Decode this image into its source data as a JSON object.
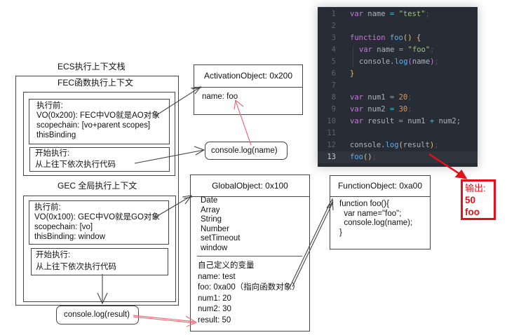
{
  "ecs": {
    "title": "ECS执行上下文栈",
    "fec": {
      "title": "FEC函数执行上下文",
      "before": {
        "heading": "执行前:",
        "lines": [
          "VO(0x200): FEC中VO就是AO对象",
          "scopechain: [vo+parent scopes]",
          "thisBinding"
        ]
      },
      "exec": {
        "heading": "开始执行:",
        "line": "从上往下依次执行代码"
      }
    },
    "gec": {
      "title": "GEC 全局执行上下文",
      "before": {
        "heading": "执行前:",
        "lines": [
          "VO(0x100): GEC中VO就是GO对象",
          "scopechain: [vo]",
          "thisBinding: window"
        ]
      },
      "exec": {
        "heading": "开始执行:",
        "line": "从上往下依次执行代码"
      }
    }
  },
  "activation_object": {
    "title": "ActivationObject: 0x200",
    "props": [
      "name: foo"
    ]
  },
  "console_name": "console.log(name)",
  "console_result": "console.log(result)",
  "global_object": {
    "title": "GlobalObject: 0x100",
    "builtins": [
      "Date",
      "Array",
      "String",
      "Number",
      "setTimeout",
      "window"
    ],
    "custom_heading": "自己定义的变量",
    "custom": [
      "name: test",
      "foo: 0xa00（指向函数对象）",
      "num1: 20",
      "num2: 30",
      "result: 50"
    ]
  },
  "function_object": {
    "title": "FunctionObject: 0xa00",
    "body": [
      "function foo(){",
      "  var name=\"foo\";",
      "  console.log(name);",
      "}"
    ]
  },
  "code_editor": {
    "active_line": 13,
    "lines": [
      {
        "n": "1"
      },
      {
        "n": "2"
      },
      {
        "n": "3"
      },
      {
        "n": "4"
      },
      {
        "n": "5"
      },
      {
        "n": "6"
      },
      {
        "n": "7"
      },
      {
        "n": "8"
      },
      {
        "n": "9"
      },
      {
        "n": "10"
      },
      {
        "n": "11"
      },
      {
        "n": "12"
      },
      {
        "n": "13"
      }
    ],
    "tokens": {
      "l1": [
        "var",
        " name ",
        "=",
        " ",
        "\"test\"",
        ";"
      ],
      "l3": [
        "function",
        " ",
        "foo",
        "()",
        " ",
        "{"
      ],
      "l4": [
        "var",
        " name ",
        "=",
        " ",
        "\"foo\"",
        ";"
      ],
      "l5": [
        "console.",
        "log",
        "(",
        "name",
        ")",
        ";"
      ],
      "l6": [
        "}"
      ],
      "l8": [
        "var",
        " num1 ",
        "=",
        " ",
        "20",
        ";"
      ],
      "l9": [
        "var",
        " num2 ",
        "=",
        " ",
        "30",
        ";"
      ],
      "l10": [
        "var",
        " result ",
        "=",
        " num1 ",
        "+",
        " num2;"
      ],
      "l12": [
        "console.",
        "log",
        "(",
        "result",
        ")",
        ";"
      ],
      "l13": [
        "foo",
        "()",
        ";"
      ]
    }
  },
  "output": {
    "heading": "输出:",
    "values": [
      "50",
      "foo"
    ]
  },
  "colors": {
    "code_bg": "#282c34",
    "keyword": "#c678dd",
    "function": "#61afef",
    "string": "#98c379",
    "number": "#d19a66",
    "output_red": "#e3101a",
    "arrow_red": "#e8707a"
  }
}
